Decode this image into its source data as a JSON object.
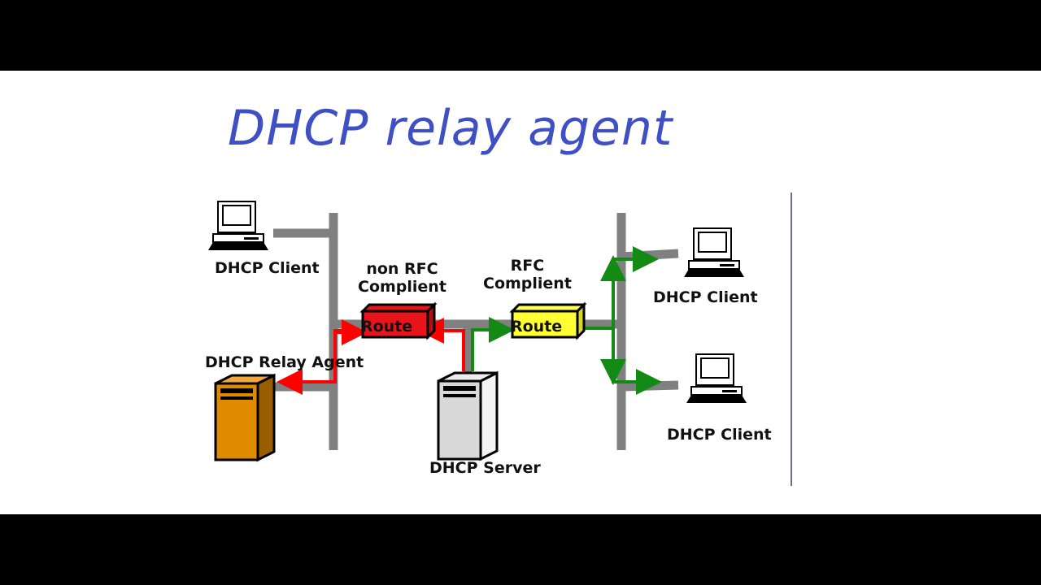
{
  "title": "DHCP relay agent",
  "labels": {
    "client_top_left": "DHCP Client",
    "non_rfc_line1": "non RFC",
    "non_rfc_line2": "Complient",
    "rfc_line1": "RFC",
    "rfc_line2": "Complient",
    "client_right_top": "DHCP Client",
    "client_right_bottom": "DHCP Client",
    "relay_agent": "DHCP Relay Agent",
    "server": "DHCP Server",
    "router_red": "Route",
    "router_yellow": "Route"
  },
  "colors": {
    "title": "#3f4fc4",
    "network_line": "#808080",
    "relay_path": "#ff0000",
    "rfc_path": "#138a13",
    "router_non_rfc": "#e8141c",
    "router_rfc": "#ffff33",
    "relay_server": "#e08a00",
    "dhcp_server": "#d8d8d8"
  },
  "icons": [
    "computer-icon",
    "router-icon",
    "server-icon",
    "arrow-icon"
  ]
}
